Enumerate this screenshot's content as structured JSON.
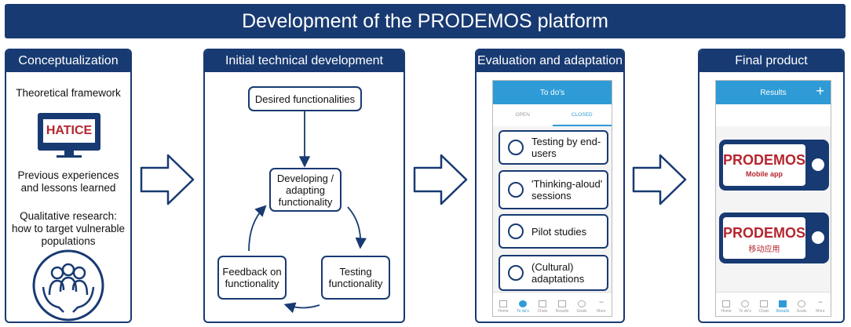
{
  "title": "Development of the PRODEMOS platform",
  "panels": {
    "conceptualization": {
      "header": "Conceptualization",
      "items": [
        "Theoretical framework",
        "Previous experiences and lessons learned",
        "Qualitative research: how to target vulnerable populations"
      ],
      "hatice_label": "HATICE"
    },
    "technical": {
      "header": "Initial technical development",
      "boxes": {
        "desired": "Desired functionalities",
        "developing": "Developing / adapting functionality",
        "testing": "Testing functionality",
        "feedback": "Feedback on functionality"
      }
    },
    "evaluation": {
      "header": "Evaluation and adaptation",
      "app_title": "To do's",
      "tabs": [
        "OPEN",
        "CLOSED"
      ],
      "tasks": [
        "Testing by end-users",
        "'Thinking-aloud' sessions",
        "Pilot studies",
        "(Cultural) adaptations"
      ],
      "nav": [
        "Home",
        "To do's",
        "Chats",
        "Results",
        "Goals",
        "More"
      ]
    },
    "final": {
      "header": "Final product",
      "app_title": "Results",
      "plus": "+",
      "cards": [
        {
          "brand": "PRODEMOS",
          "sub": "Mobile app"
        },
        {
          "brand": "PRODEMOS",
          "sub": "移动应用"
        }
      ],
      "nav": [
        "Home",
        "To do's",
        "Chats",
        "Results",
        "Goals",
        "More"
      ]
    }
  },
  "colors": {
    "navy": "#183a72",
    "app_blue": "#2e9bd6",
    "brand_red": "#b5262e"
  }
}
